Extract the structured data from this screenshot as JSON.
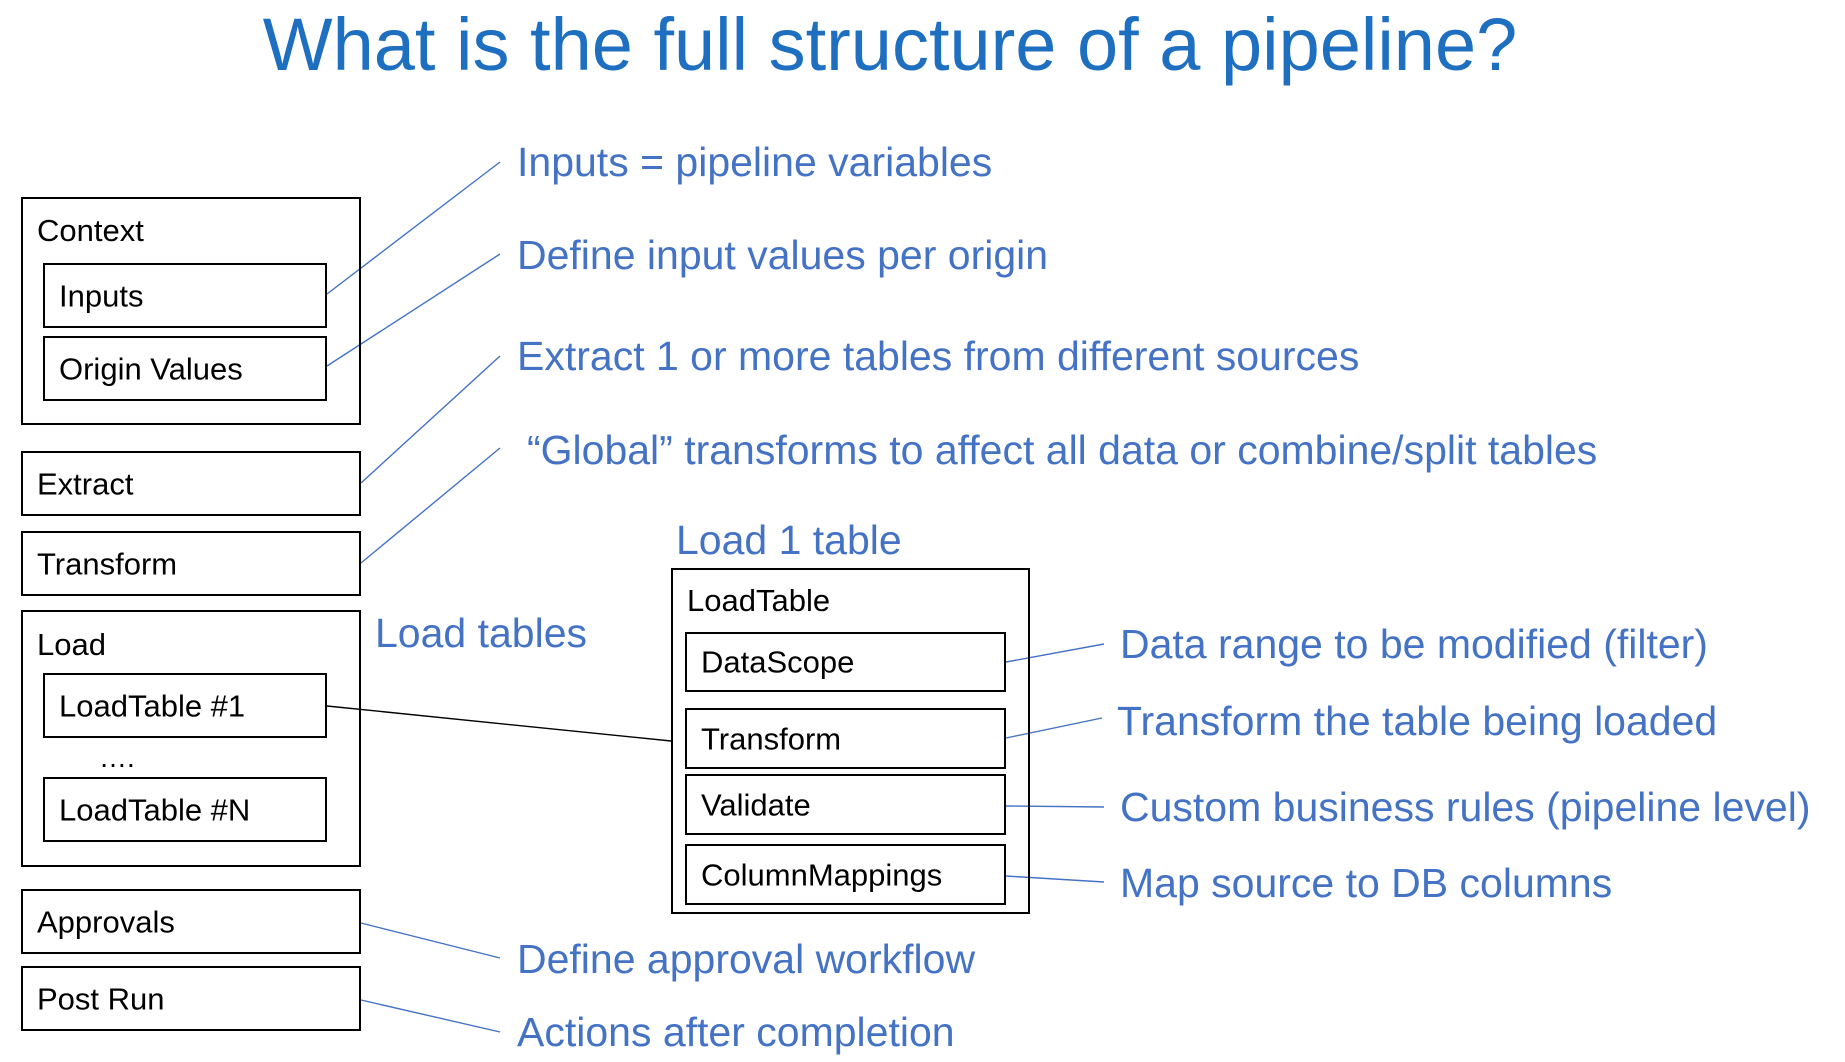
{
  "title": "What is the full structure of a pipeline?",
  "pipeline": {
    "context": {
      "label": "Context",
      "inputs": "Inputs",
      "origin_values": "Origin Values"
    },
    "extract": "Extract",
    "transform": "Transform",
    "load": {
      "label": "Load",
      "first": "LoadTable #1",
      "ellipsis": "….",
      "last": "LoadTable #N"
    },
    "approvals": "Approvals",
    "post_run": "Post Run"
  },
  "load_table": {
    "heading": "Load 1 table",
    "label": "LoadTable",
    "data_scope": "DataScope",
    "transform": "Transform",
    "validate": "Validate",
    "column_mappings": "ColumnMappings"
  },
  "annotations": {
    "inputs": "Inputs = pipeline variables",
    "origin_values": "Define input values per origin",
    "extract": "Extract 1 or more tables from different sources",
    "transform": "“Global” transforms to affect all data or combine/split tables",
    "load": "Load tables",
    "data_scope": "Data range to be modified (filter)",
    "table_transform": "Transform the table being loaded",
    "validate": "Custom business rules (pipeline level)",
    "column_mappings": "Map source to DB columns",
    "approvals": "Define approval workflow",
    "post_run": "Actions after completion"
  }
}
